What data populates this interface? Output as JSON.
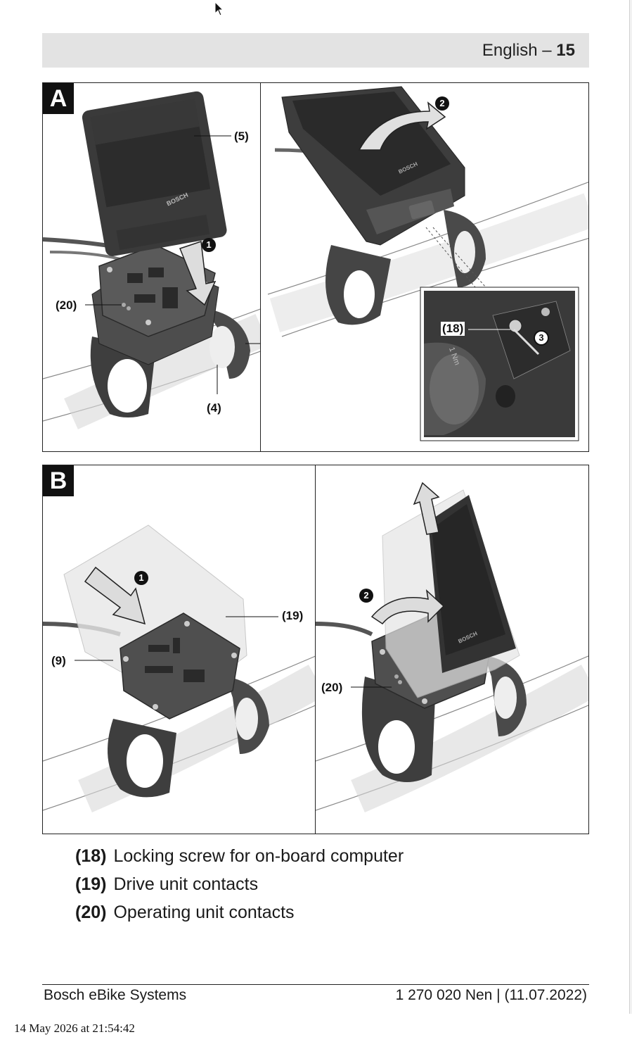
{
  "header": {
    "language": "English",
    "separator": " – ",
    "page_number": "15"
  },
  "figure_a": {
    "tag": "A",
    "callouts": {
      "c5": "(5)",
      "c20": "(20)",
      "c4": "(4)",
      "c18": "(18)"
    },
    "steps": [
      "1",
      "2",
      "3"
    ],
    "brand_marking": "BOSCH",
    "torque_marking": "1 Nm"
  },
  "figure_b": {
    "tag": "B",
    "callouts": {
      "c9": "(9)",
      "c19": "(19)",
      "c20": "(20)"
    },
    "steps": [
      "1",
      "2"
    ],
    "brand_marking": "BOSCH"
  },
  "legend": [
    {
      "num": "(18)",
      "text": "Locking screw for on-board computer"
    },
    {
      "num": "(19)",
      "text": "Drive unit contacts"
    },
    {
      "num": "(20)",
      "text": "Operating unit contacts"
    }
  ],
  "footer": {
    "left": "Bosch eBike Systems",
    "right": "1 270 020 Nen | (11.07.2022)"
  },
  "timestamp": "14 May 2026 at 21:54:42",
  "colors": {
    "header_bar": "#e3e3e3",
    "tag_bg": "#111111",
    "device_dark": "#3a3a3a",
    "device_mid": "#6a6a6a",
    "screen": "#2b2b2b"
  }
}
